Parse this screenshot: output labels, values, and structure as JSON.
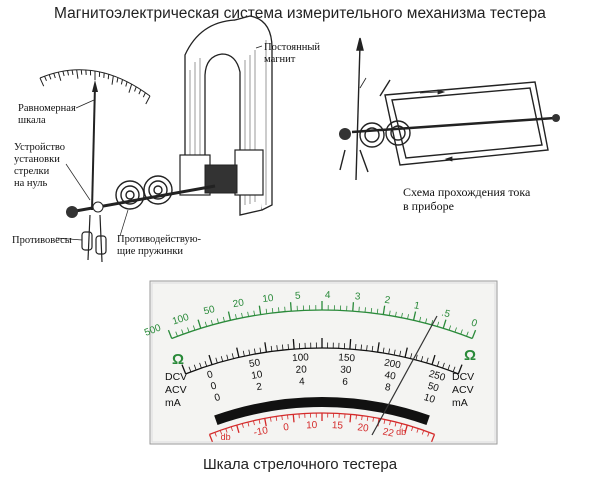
{
  "title": "Магнитоэлектрическая система измерительного механизма тестера",
  "labels": {
    "scale_l1": "Равномерная",
    "scale_l2": "шкала",
    "magnet_l1": "Постоянный",
    "magnet_l2": "магнит",
    "zero_l1": "Устройство",
    "zero_l2": "установки",
    "zero_l3": "стрелки",
    "zero_l4": "на нуль",
    "counter": "Противовесы",
    "springs_l1": "Противодействую-",
    "springs_l2": "щие пружинки",
    "current_l1": "Схема прохождения тока",
    "current_l2": "в приборе"
  },
  "scale": {
    "ohm_top": [
      "500",
      "100",
      "50",
      "20",
      "10",
      "5",
      "4",
      "3",
      "2",
      "1",
      ".5",
      "0"
    ],
    "ohm_symbol": "Ω",
    "dc_row1": [
      "0",
      "50",
      "100",
      "150",
      "200",
      "250"
    ],
    "dc_row2": [
      "0",
      "10",
      "20",
      "30",
      "40",
      "50"
    ],
    "dc_row3": [
      "0",
      "2",
      "4",
      "6",
      "8",
      "10"
    ],
    "db_row": [
      "-10",
      "0",
      "10",
      "15",
      "20",
      "22"
    ],
    "db_left": "db",
    "db_right": "db",
    "left_units": [
      "DCV",
      "ACV",
      "mA"
    ],
    "right_units": [
      "DCV",
      "ACV",
      "mA"
    ],
    "scale_green": "#2a8a3a",
    "scale_red": "#d42a2a"
  },
  "caption": "Шкала стрелочного тестера"
}
